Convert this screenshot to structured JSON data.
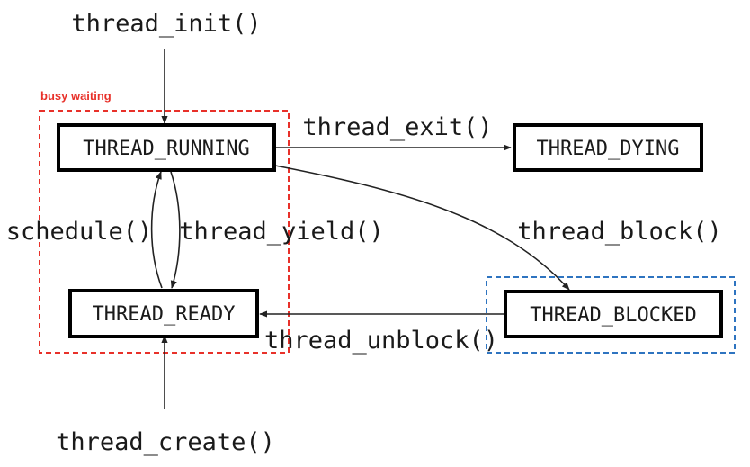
{
  "diagram": {
    "title": "",
    "states": {
      "running": "THREAD_RUNNING",
      "dying": "THREAD_DYING",
      "ready": "THREAD_READY",
      "blocked": "THREAD_BLOCKED"
    },
    "transitions": {
      "init": "thread_init()",
      "exit": "thread_exit()",
      "schedule": "schedule()",
      "yield": "thread_yield()",
      "block": "thread_block()",
      "unblock": "thread_unblock()",
      "create": "thread_create()"
    },
    "annotations": {
      "busy_waiting": "busy waiting"
    },
    "colors": {
      "busy_waiting_region": "#e8312a",
      "blocked_region": "#2e74c0",
      "box_border": "#000000",
      "arrow": "#222222"
    }
  }
}
